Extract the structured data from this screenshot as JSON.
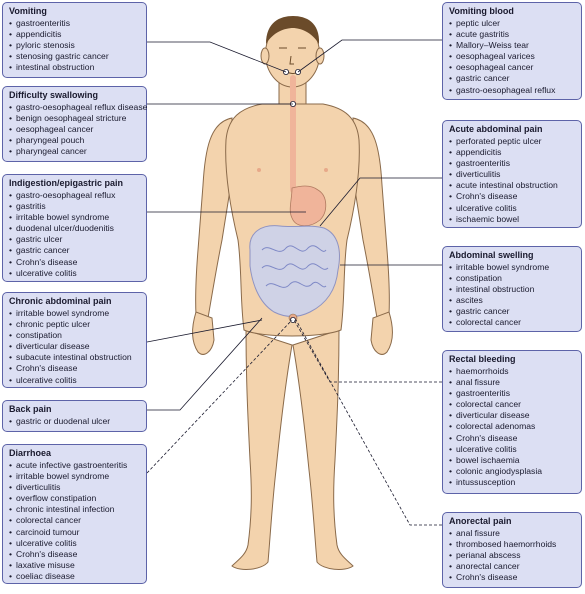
{
  "boxes": [
    {
      "id": "vomiting",
      "title": "Vomiting",
      "items": [
        "gastroenteritis",
        "appendicitis",
        "pyloric stenosis",
        "stenosing gastric cancer",
        "intestinal obstruction"
      ]
    },
    {
      "id": "difficulty-swallowing",
      "title": "Difficulty swallowing",
      "items": [
        "gastro-oesophageal reflux disease",
        "benign oesophageal stricture",
        "oesophageal cancer",
        "pharyngeal pouch",
        "pharyngeal cancer"
      ]
    },
    {
      "id": "indigestion",
      "title": "Indigestion/epigastric pain",
      "items": [
        "gastro-oesophageal reflux",
        "gastritis",
        "irritable bowel syndrome",
        "duodenal ulcer/duodenitis",
        "gastric ulcer",
        "gastric cancer",
        "Crohn's disease",
        "ulcerative colitis"
      ]
    },
    {
      "id": "chronic-abdominal-pain",
      "title": "Chronic abdominal pain",
      "items": [
        "irritable bowel syndrome",
        "chronic peptic ulcer",
        "constipation",
        "diverticular disease",
        "subacute intestinal obstruction",
        "Crohn's disease",
        "ulcerative colitis"
      ]
    },
    {
      "id": "back-pain",
      "title": "Back pain",
      "items": [
        "gastric or duodenal ulcer"
      ]
    },
    {
      "id": "diarrhoea",
      "title": "Diarrhoea",
      "items": [
        "acute infective gastroenteritis",
        "irritable bowel syndrome",
        "diverticulitis",
        "overflow constipation",
        "chronic intestinal infection",
        "colorectal cancer",
        "carcinoid tumour",
        "ulcerative colitis",
        "Crohn's disease",
        "laxative misuse",
        "coeliac disease"
      ]
    },
    {
      "id": "vomiting-blood",
      "title": "Vomiting blood",
      "items": [
        "peptic ulcer",
        "acute gastritis",
        "Mallory–Weiss tear",
        "oesophageal varices",
        "oesophageal cancer",
        "gastric cancer",
        "gastro-oesophageal reflux"
      ]
    },
    {
      "id": "acute-abdominal-pain",
      "title": "Acute abdominal pain",
      "items": [
        "perforated peptic ulcer",
        "appendicitis",
        "gastroenteritis",
        "diverticulitis",
        "acute intestinal obstruction",
        "Crohn's disease",
        "ulcerative colitis",
        "ischaemic bowel"
      ]
    },
    {
      "id": "abdominal-swelling",
      "title": "Abdominal swelling",
      "items": [
        "irritable bowel syndrome",
        "constipation",
        "intestinal obstruction",
        "ascites",
        "gastric cancer",
        "colorectal cancer"
      ]
    },
    {
      "id": "rectal-bleeding",
      "title": "Rectal bleeding",
      "items": [
        "haemorrhoids",
        "anal fissure",
        "gastroenteritis",
        "colorectal cancer",
        "diverticular disease",
        "colorectal adenomas",
        "Crohn's disease",
        "ulcerative colitis",
        "bowel ischaemia",
        "colonic angiodysplasia",
        "intussusception"
      ]
    },
    {
      "id": "anorectal-pain",
      "title": "Anorectal pain",
      "items": [
        "anal fissure",
        "thrombosed haemorrhoids",
        "perianal abscess",
        "anorectal cancer",
        "Crohn's disease"
      ]
    }
  ],
  "colors": {
    "box_fill": "#dcdff3",
    "box_border": "#5d63a8",
    "skin": "#f3d3ad",
    "skin_outline": "#8a6a4a",
    "hair": "#6b4b2a",
    "gut_fill": "#c9d2f0",
    "stomach": "#f0b49a"
  }
}
